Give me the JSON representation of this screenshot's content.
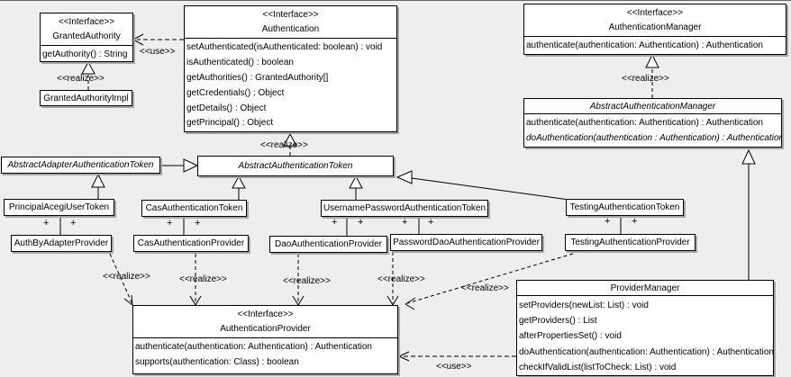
{
  "labels": {
    "use": "&lt;&lt;use&gt;&gt;",
    "realize": "&lt;&lt;realize&gt;&gt;",
    "plus": "+"
  },
  "colors": {
    "background": "#eeeeee",
    "box_fill": "#ffffff",
    "line": "#000000",
    "shadow": "#a6a6a6"
  },
  "classes": {
    "granted_authority": {
      "stereotype": "<<Interface>>",
      "name": "GrantedAuthority",
      "methods": [
        "getAuthority() : String"
      ]
    },
    "granted_authority_impl": {
      "name": "GrantedAuthorityImpl"
    },
    "authentication": {
      "stereotype": "<<Interface>>",
      "name": "Authentication",
      "methods": [
        "setAuthenticated(isAuthenticated: boolean) : void",
        "isAuthenticated() : boolean",
        "getAuthorities() : GrantedAuthority[]",
        "getCredentials() : Object",
        "getDetails() : Object",
        "getPrincipal() : Object"
      ]
    },
    "authentication_manager": {
      "stereotype": "<<Interface>>",
      "name": "AuthenticationManager",
      "methods": [
        "authenticate(authentication: Authentication) : Authentication"
      ]
    },
    "abstract_authentication_manager": {
      "name": "AbstractAuthenticationManager",
      "methods": [
        "authenticate(authentication: Authentication) : Authentication",
        "doAuthentication(authentication : Authentication) : Authentication"
      ]
    },
    "abstract_adapter_authentication_token": {
      "name": "AbstractAdapterAuthenticationToken"
    },
    "abstract_authentication_token": {
      "name": "AbstractAuthenticationToken"
    },
    "principal_acegi_user_token": {
      "name": "PrincipalAcegiUserToken"
    },
    "cas_authentication_token": {
      "name": "CasAuthenticationToken"
    },
    "username_password_authentication_token": {
      "name": "UsernamePasswordAuthenticationToken"
    },
    "testing_authentication_token": {
      "name": "TestingAuthenticationToken"
    },
    "auth_by_adapter_provider": {
      "name": "AuthByAdapterProvider"
    },
    "cas_authentication_provider": {
      "name": "CasAuthenticationProvider"
    },
    "dao_authentication_provider": {
      "name": "DaoAuthenticationProvider"
    },
    "password_dao_authentication_provider": {
      "name": "PasswordDaoAuthenticationProvider"
    },
    "testing_authentication_provider": {
      "name": "TestingAuthenticationProvider"
    },
    "authentication_provider": {
      "stereotype": "<<Interface>>",
      "name": "AuthenticationProvider",
      "methods": [
        "authenticate(authentication: Authentication) : Authentication",
        "supports(authentication: Class) : boolean"
      ]
    },
    "provider_manager": {
      "name": "ProviderManager",
      "methods": [
        "setProviders(newList: List) : void",
        "getProviders() : List",
        "afterPropertiesSet() : void",
        "doAuthentication(authentication: Authentication) : Authentication",
        "checkIfValidList(listToCheck: List) : void"
      ]
    }
  }
}
